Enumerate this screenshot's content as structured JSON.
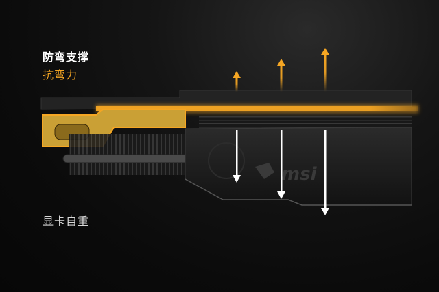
{
  "labels": {
    "support_title": "防弯支撑",
    "anti_bend": "抗弯力",
    "card_weight": "显卡自重"
  },
  "brand": {
    "logo_text": "msi"
  },
  "colors": {
    "background": "#0c0c0c",
    "accent": "#f5a623",
    "title_text": "#ffffff",
    "weight_text": "#d8d8d8",
    "arrow_up": "#f5a623",
    "arrow_down": "#ffffff"
  }
}
